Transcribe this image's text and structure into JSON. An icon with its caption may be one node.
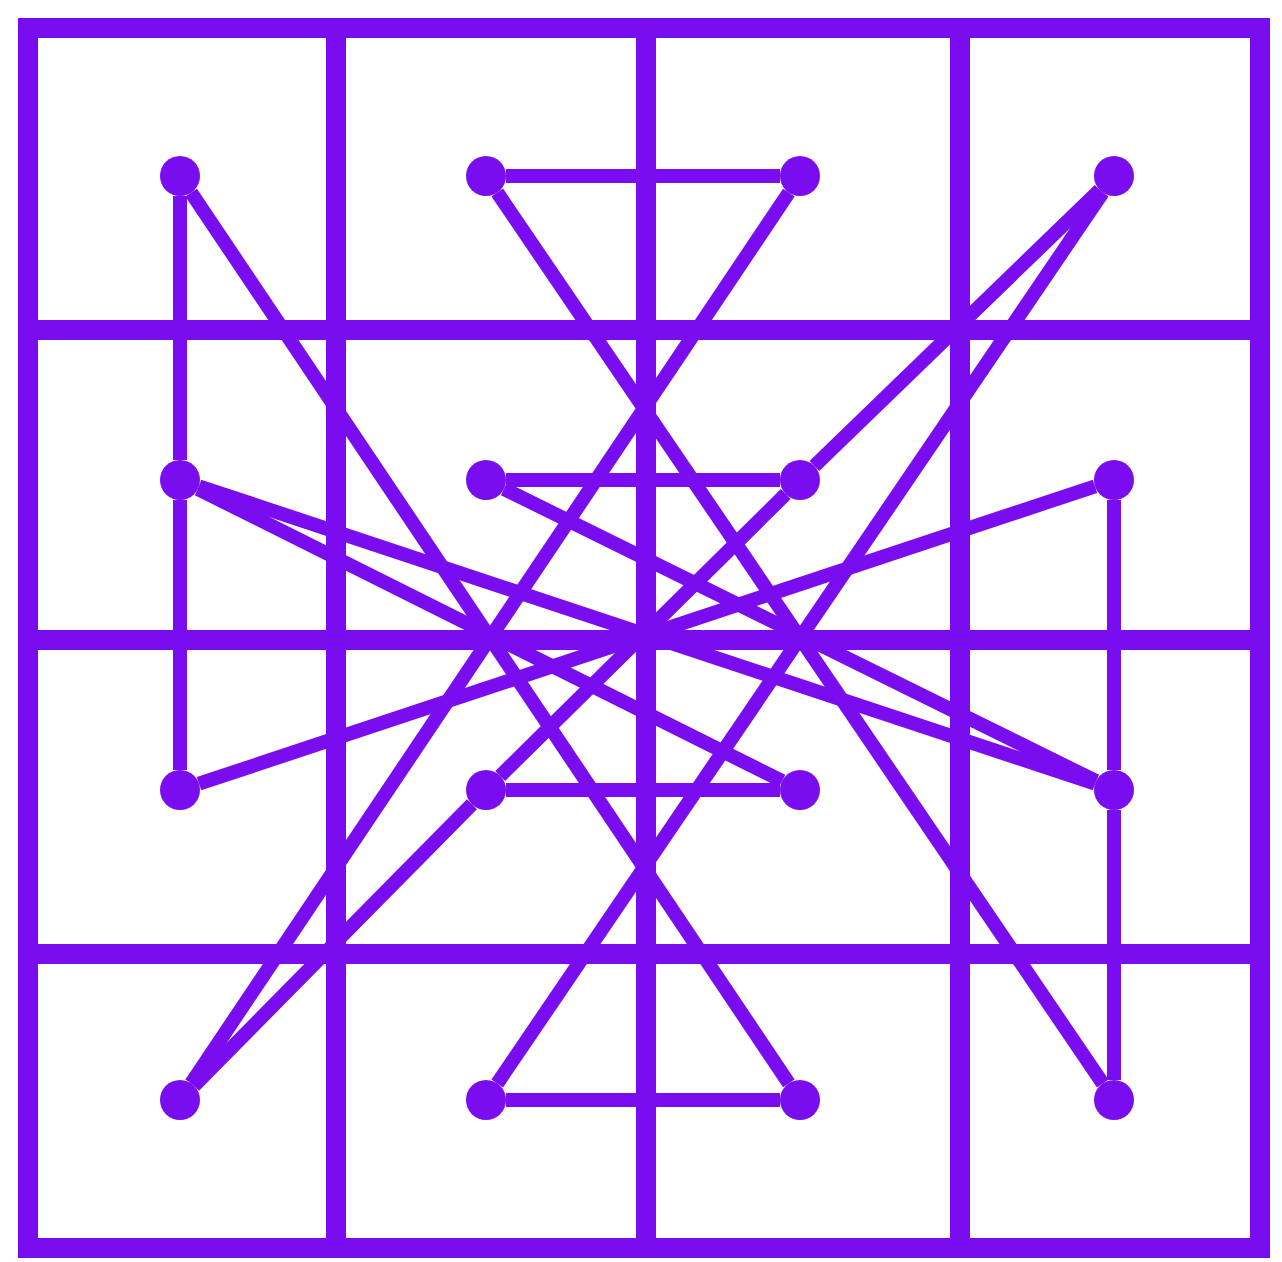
{
  "diagram": {
    "nodes": [
      {
        "text": [],
        "shape": "circle"
      },
      {
        "text": [],
        "shape": "circle"
      },
      {
        "text": [],
        "shape": "circle"
      },
      {
        "text": [],
        "shape": "circle"
      },
      {
        "text": [],
        "shape": "circle"
      },
      {
        "text": [],
        "shape": "circle"
      },
      {
        "text": [],
        "shape": "circle"
      },
      {
        "text": [],
        "shape": "circle"
      },
      {
        "text": [],
        "shape": "circle"
      },
      {
        "text": [],
        "shape": "circle"
      },
      {
        "text": [],
        "shape": "circle"
      },
      {
        "text": [],
        "shape": "circle"
      },
      {
        "text": [],
        "shape": "circle"
      },
      {
        "text": [],
        "shape": "circle"
      },
      {
        "text": [],
        "shape": "circle"
      },
      {
        "text": [],
        "shape": "circle"
      }
    ],
    "edges": [
      {
        "from": 0,
        "to": 14,
        "arrow": "none"
      },
      {
        "from": 14,
        "to": 13,
        "arrow": "none"
      },
      {
        "from": 13,
        "to": 3,
        "arrow": "none"
      },
      {
        "from": 3,
        "to": 6,
        "arrow": "none"
      },
      {
        "from": 6,
        "to": 9,
        "arrow": "none"
      },
      {
        "from": 9,
        "to": 10,
        "arrow": "none"
      },
      {
        "from": 10,
        "to": 4,
        "arrow": "none"
      },
      {
        "from": 4,
        "to": 11,
        "arrow": "none"
      },
      {
        "from": 11,
        "to": 5,
        "arrow": "none"
      },
      {
        "from": 5,
        "to": 6,
        "arrow": "none"
      },
      {
        "from": 9,
        "to": 12,
        "arrow": "none"
      },
      {
        "from": 12,
        "to": 2,
        "arrow": "none"
      },
      {
        "from": 2,
        "to": 1,
        "arrow": "none"
      },
      {
        "from": 1,
        "to": 15,
        "arrow": "none"
      },
      {
        "from": 15,
        "to": 11,
        "arrow": "none"
      },
      {
        "from": 11,
        "to": 7,
        "arrow": "none"
      },
      {
        "from": 7,
        "to": 8,
        "arrow": "none"
      },
      {
        "from": 8,
        "to": 4,
        "arrow": "none"
      },
      {
        "from": 4,
        "to": 0,
        "arrow": "none"
      }
    ]
  }
}
